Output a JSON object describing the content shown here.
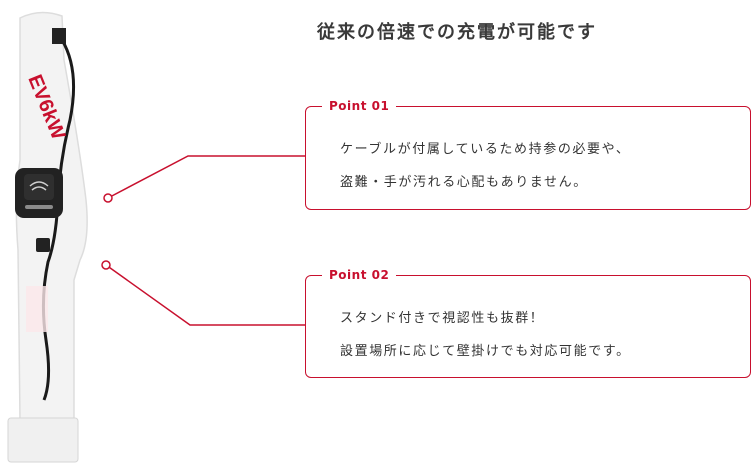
{
  "heading": "従来の倍速での充電が可能です",
  "product": {
    "logo_text": "EV6kW",
    "brand_color": "#c8102e"
  },
  "points": [
    {
      "label": "Point 01",
      "lines": [
        "ケーブルが付属しているため持参の必要や、",
        "盗難・手が汚れる心配もありません。"
      ]
    },
    {
      "label": "Point 02",
      "lines": [
        "スタンド付きで視認性も抜群！",
        "設置場所に応じて壁掛けでも対応可能です。"
      ]
    }
  ],
  "colors": {
    "accent": "#c8102e",
    "text": "#333333",
    "charger_body": "#f4f4f4",
    "charger_panel": "#222222"
  }
}
